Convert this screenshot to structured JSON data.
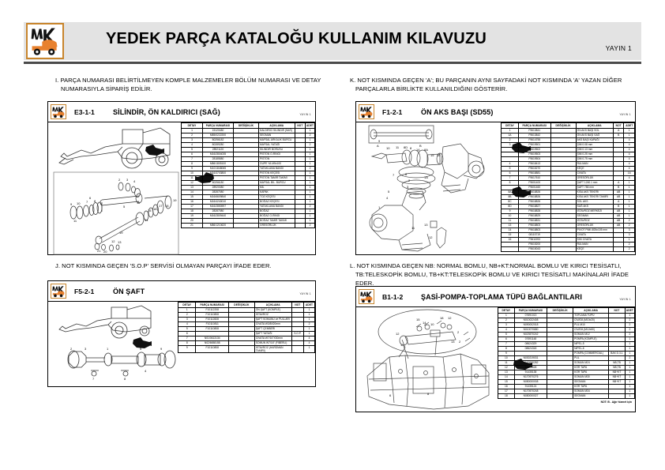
{
  "header": {
    "title": "YEDEK PARÇA KATALOĞU KULLANIM KILAVUZU",
    "edition": "YAYIN 1",
    "logo_alt": "forklift-logo"
  },
  "notes": {
    "i": "I. PARÇA NUMARASI BELİRTİLMEYEN KOMPLE MALZEMELER BÖLÜM NUMARASI VE DETAY NUMARASIYLA SİPARİŞ EDİLİR.",
    "j": "J. NOT KISMINDA GEÇEN 'S.O.P' SERVİSİ OLMAYAN PARÇAYI İFADE EDER.",
    "k": "K. NOT KISMINDA GEÇEN 'A'; BU PARÇANIN AYNI SAYFADAKİ NOT KISMINDA 'A' YAZAN DİĞER PARÇALARLA BİRLİKTE KULLANILDIĞINI GÖSTERİR.",
    "l": "L. NOT KISMINDA GEÇEN NB: NORMAL BOMLU, NB+KT:NORMAL BOMLU VE KIRICI TESİSATLI, TB:TELESKOPİK BOMLU, TB+KT:TELESKOPİK BOMLU VE KIRICI TESİSATLI MAKİNALARI İFADE EDER."
  },
  "table_headers": [
    "DETAY",
    "PARÇA NUMARASI",
    "DEĞİŞİKLİK",
    "AÇIKLAMA",
    "NOT",
    "ADET"
  ],
  "cards": [
    {
      "code": "E3-1-1",
      "name": "SİLİNDİR, ÖN KALDIRICI (SAĞ)",
      "edition": "YAYIN 1",
      "illustration": "front-lift-cylinder-exploded",
      "rows": [
        {
          "detay": "1",
          "parca": "15120480",
          "degisiklik": "",
          "aciklama": "KALDIRICI SİLİNDİR (SAĞ)",
          "not": "",
          "adet": "1"
        },
        {
          "detay": "2",
          "parca": "M85/0222200",
          "degisiklik": "",
          "aciklama": "SEGMAN",
          "not": "",
          "adet": "2"
        },
        {
          "detay": "3",
          "parca": "80256182",
          "degisiklik": "",
          "aciklama": "MAFSAL ARKALIK BURCU",
          "not": "",
          "adet": "1"
        },
        {
          "detay": "4",
          "parca": "80289280",
          "degisiklik": "",
          "aciklama": "MAFSAL YATAĞI",
          "not": "",
          "adet": "2"
        },
        {
          "detay": "5",
          "parca": "28921120",
          "degisiklik": "",
          "aciklama": "SİLİNDİR BORUSU",
          "not": "",
          "adet": "1"
        },
        {
          "detay": "6",
          "parca": "M16/2804035",
          "degisiklik": "",
          "aciklama": "PİSTON O-RİNGİ",
          "not": "",
          "adet": "1"
        },
        {
          "detay": "7",
          "parca": "28185580",
          "degisiklik": "",
          "aciklama": "PİSTON",
          "not": "",
          "adet": "1"
        },
        {
          "detay": "8",
          "parca": "M86/1805100",
          "degisiklik": "",
          "aciklama": "GUPE YA.M5x100",
          "not": "",
          "adet": "1"
        },
        {
          "detay": "9",
          "parca": "M10/1848065",
          "degisiklik": "",
          "aciklama": "YATAKLAMA BANDI",
          "not": "",
          "adet": "2"
        },
        {
          "detay": "10",
          "parca": "M16/3703800",
          "degisiklik": "",
          "aciklama": "PİSTON KEÇESİ",
          "not": "",
          "adet": "1"
        },
        {
          "detay": "11",
          "parca": "",
          "degisiklik": "",
          "aciklama": "PİSTON TAMİR TAKIMI",
          "not": "",
          "adet": "1"
        },
        {
          "detay": "12",
          "parca": "80256180",
          "degisiklik": "",
          "aciklama": "MAFSAL BİL. BURCU",
          "not": "",
          "adet": "1"
        },
        {
          "detay": "13",
          "parca": "28920080",
          "degisiklik": "",
          "aciklama": "MİL",
          "not": "",
          "adet": "1"
        },
        {
          "detay": "14",
          "parca": "28287080",
          "degisiklik": "",
          "aciklama": "KAPAK",
          "not": "",
          "adet": "1"
        },
        {
          "detay": "15",
          "parca": "M16/6609840",
          "degisiklik": "",
          "aciklama": "TOZ KEÇESİ",
          "not": "",
          "adet": "1"
        },
        {
          "detay": "16",
          "parca": "M16/4240010",
          "degisiklik": "",
          "aciklama": "BOĞAZ KEÇESİ",
          "not": "",
          "adet": "1"
        },
        {
          "detay": "17",
          "parca": "M16/2850597",
          "degisiklik": "",
          "aciklama": "YATAKLAMA BANDI",
          "not": "",
          "adet": "2"
        },
        {
          "detay": "18",
          "parca": "28287080",
          "degisiklik": "",
          "aciklama": "BOĞAZ",
          "not": "",
          "adet": "1"
        },
        {
          "detay": "19",
          "parca": "M16/2809440",
          "degisiklik": "",
          "aciklama": "BOĞAZ O-RİNGİ",
          "not": "",
          "adet": "1"
        },
        {
          "detay": "20",
          "parca": "",
          "degisiklik": "",
          "aciklama": "BOĞAZ TAMİR TAKIMI",
          "not": "",
          "adet": "1"
        },
        {
          "detay": "21",
          "parca": "M86/1210620",
          "degisiklik": "",
          "aciklama": "GRESÖRLÜK",
          "not": "",
          "adet": "2"
        }
      ]
    },
    {
      "code": "F1-2-1",
      "name": "ÖN AKS BAŞI (SD55)",
      "edition": "YAYIN 1",
      "illustration": "front-axle-head-exploded",
      "rows": [
        {
          "detay": "1",
          "parca": "F9613841",
          "degisiklik": "",
          "aciklama": "ÖN AKS BAŞI SOL",
          "not": "A",
          "adet": "1"
        },
        {
          "detay": "1A",
          "parca": "F9613842",
          "degisiklik": "",
          "aciklama": "ÖN AKS BAŞI SAĞ",
          "not": "B",
          "adet": "1"
        },
        {
          "detay": "2",
          "parca": "F9614755",
          "degisiklik": "",
          "aciklama": "AKS BAŞI KAPAĞI",
          "not": "",
          "adet": "4"
        },
        {
          "detay": "3",
          "parca": "F9619501",
          "degisiklik": "",
          "aciklama": "ŞİM 0.08 mm",
          "not": "",
          "adet": "4"
        },
        {
          "detay": "",
          "parca": "F9619502",
          "degisiklik": "",
          "aciklama": "ŞİM 0.13 mm",
          "not": "",
          "adet": "4"
        },
        {
          "detay": "",
          "parca": "F9619503",
          "degisiklik": "",
          "aciklama": "ŞİM 0.25 mm",
          "not": "",
          "adet": "4"
        },
        {
          "detay": "",
          "parca": "F9619504",
          "degisiklik": "",
          "aciklama": "ŞİM 0.75 mm",
          "not": "",
          "adet": "4"
        },
        {
          "detay": "4",
          "parca": "F9618413",
          "degisiklik": "",
          "aciklama": "RULMAN",
          "not": "",
          "adet": "4"
        },
        {
          "detay": "5",
          "parca": "F9615270",
          "degisiklik": "",
          "aciklama": "KEÇE",
          "not": "",
          "adet": "4"
        },
        {
          "detay": "6",
          "parca": "F9618881",
          "degisiklik": "",
          "aciklama": "CIVATA",
          "not": "",
          "adet": "16"
        },
        {
          "detay": "7",
          "parca": "F9617610",
          "degisiklik": "",
          "aciklama": "GRESÖRLÜK",
          "not": "",
          "adet": "4"
        },
        {
          "detay": "8",
          "parca": "F9601400",
          "degisiklik": "",
          "aciklama": "ŞAFT 1240.1 mm",
          "not": "A",
          "adet": "1"
        },
        {
          "detay": "",
          "parca": "F9601460",
          "degisiklik": "",
          "aciklama": "ŞAFT 786 mm",
          "not": "B",
          "adet": "1"
        },
        {
          "detay": "8A",
          "parca": "F9618826",
          "degisiklik": "",
          "aciklama": "KISA AKS TEKERİ",
          "not": "AB",
          "adet": "1"
        },
        {
          "detay": "8B",
          "parca": "F9618826",
          "degisiklik": "",
          "aciklama": "KISA AKS TEKERİ TAMİRİ",
          "not": "AB",
          "adet": "1"
        },
        {
          "detay": "8C",
          "parca": "F9618826",
          "degisiklik": "",
          "aciklama": "SOL AKS",
          "not": "A",
          "adet": "1"
        },
        {
          "detay": "8D",
          "parca": "F9618827",
          "degisiklik": "",
          "aciklama": "SAĞ AKS",
          "not": "B",
          "adet": "1"
        },
        {
          "detay": "9",
          "parca": "F9618828",
          "degisiklik": "",
          "aciklama": "İSTAVROZ MERKEZİ",
          "not": "AB",
          "adet": "1"
        },
        {
          "detay": "10",
          "parca": "F9618829",
          "degisiklik": "",
          "aciklama": "SEGMAN",
          "not": "AB",
          "adet": "1"
        },
        {
          "detay": "11",
          "parca": "F9618831",
          "degisiklik": "",
          "aciklama": "İSTAVROZ",
          "not": "AB",
          "adet": "2"
        },
        {
          "detay": "13",
          "parca": "F9618803",
          "degisiklik": "",
          "aciklama": "GRESÖRLÜK",
          "not": "AB",
          "adet": "2"
        },
        {
          "detay": "14",
          "parca": "F9618803",
          "degisiklik": "",
          "aciklama": "PİVOT PİMİ Ø25x105 mm",
          "not": "",
          "adet": "3"
        },
        {
          "detay": "15",
          "parca": "08115719",
          "degisiklik": "",
          "aciklama": "CIVATA",
          "not": "",
          "adet": "3"
        },
        {
          "detay": "16",
          "parca": "F9611993",
          "degisiklik": "",
          "aciklama": "SIKI CIVATA",
          "not": "",
          "adet": "1"
        },
        {
          "detay": "",
          "parca": "F9615200",
          "degisiklik": "",
          "aciklama": "RULMAN",
          "not": "",
          "adet": "2"
        },
        {
          "detay": "",
          "parca": "F9615043",
          "degisiklik": "",
          "aciklama": "KEÇE",
          "not": "",
          "adet": "2"
        }
      ]
    },
    {
      "code": "F5-2-1",
      "name": "ÖN ŞAFT",
      "edition": "YAYIN 1",
      "illustration": "front-shaft-exploded",
      "rows": [
        {
          "detay": "1",
          "parca": "F10112208",
          "degisiklik": "",
          "aciklama": "ÖN ŞAFT (KOMPLE)",
          "not": "",
          "adet": "1"
        },
        {
          "detay": "2",
          "parca": "F10110808",
          "degisiklik": "",
          "aciklama": "İSTAVROZ",
          "not": "",
          "adet": "1"
        },
        {
          "detay": "3",
          "parca": "F10112828",
          "degisiklik": "",
          "aciklama": "ŞAFT SOMUNU ve PULLARI",
          "not": "",
          "adet": "1"
        },
        {
          "detay": "4",
          "parca": "F10110811",
          "degisiklik": "",
          "aciklama": "CIVATA W3/8X20mm",
          "not": "",
          "adet": "2"
        },
        {
          "detay": "5",
          "parca": "F10110808",
          "degisiklik": "",
          "aciklama": "ŞAFT ÇEMBERİ",
          "not": "",
          "adet": "1"
        },
        {
          "detay": "6",
          "parca": "",
          "degisiklik": "",
          "aciklama": "ŞAFT YATAĞI",
          "not": "S.O.P.",
          "adet": "1"
        },
        {
          "detay": "7",
          "parca": "N01/0613134",
          "degisiklik": "",
          "aciklama": "CIVATA W7/16\"X30mm",
          "not": "",
          "adet": "4"
        },
        {
          "detay": "8",
          "parca": "N02/6658158",
          "degisiklik": "",
          "aciklama": "SOMUN W7/16\" (FİBERLİ)",
          "not": "",
          "adet": "4"
        },
        {
          "detay": "9",
          "parca": "F10110808",
          "degisiklik": "",
          "aciklama": "İSTAVROZ (HARDMAN TAMİRİ)",
          "not": "",
          "adet": "1"
        }
      ]
    },
    {
      "code": "B1-1-2",
      "name": "ŞASİ-POMPA-TOPLAMA TÜPÜ BAĞLANTILARI",
      "edition": "YAYIN 1",
      "illustration": "chassis-pump-suction-tube",
      "footnote": "NOT:  B - Ağır hizmet için",
      "rows": [
        {
          "detay": "1",
          "parca": "07691013",
          "degisiklik": "",
          "aciklama": "TOPLAMA TÜPÜ",
          "not": "",
          "adet": "1"
        },
        {
          "detay": "2",
          "parca": "N010022408",
          "degisiklik": "",
          "aciklama": "CIVATA (M10x20)",
          "not": "",
          "adet": "2"
        },
        {
          "detay": "3",
          "parca": "N090002018",
          "degisiklik": "",
          "aciklama": "PUL M10",
          "not": "",
          "adet": "2"
        },
        {
          "detay": "4",
          "parca": "N010070680",
          "degisiklik": "",
          "aciklama": "CIVATA (M12x60)",
          "not": "",
          "adet": "2"
        },
        {
          "detay": "5",
          "parca": "N023570242",
          "degisiklik": "",
          "aciklama": "SOMUN M12",
          "not": "",
          "adet": "2"
        },
        {
          "detay": "6",
          "parca": "07691148",
          "degisiklik": "",
          "aciklama": "POMPA (KOMPLE)",
          "not": "",
          "adet": "1"
        },
        {
          "detay": "7",
          "parca": "08624329",
          "degisiklik": "",
          "aciklama": "NİPEL-5",
          "not": "",
          "adet": "1"
        },
        {
          "detay": "8",
          "parca": "08624318",
          "degisiklik": "",
          "aciklama": "NİPEL-6",
          "not": "",
          "adet": "1"
        },
        {
          "detay": "9",
          "parca": "",
          "degisiklik": "",
          "aciklama": "POMPA (COMMERCİAL)",
          "not": "BAK D.3-1",
          "adet": "1"
        },
        {
          "detay": "10",
          "parca": "N030219031",
          "degisiklik": "",
          "aciklama": "PUL",
          "not": "",
          "adet": "2"
        },
        {
          "detay": "11",
          "parca": "N170970282",
          "degisiklik": "",
          "aciklama": "SOMUN M24",
          "not": "NB,TB",
          "adet": "1"
        },
        {
          "detay": "12",
          "parca": "91435028",
          "degisiklik": "",
          "aciklama": "KÖR TAPA",
          "not": "NB,TB",
          "adet": "1"
        },
        {
          "detay": "13",
          "parca": "91435138",
          "degisiklik": "",
          "aciklama": "KÖR TAPA",
          "not": "NB+KT",
          "adet": "1"
        },
        {
          "detay": "14",
          "parca": "N170970276",
          "degisiklik": "",
          "aciklama": "SOMUN M30",
          "not": "NB+KT",
          "adet": "1"
        },
        {
          "detay": "15",
          "parca": "N080000008",
          "degisiklik": "",
          "aciklama": "SEGMAN",
          "not": "NB+KT",
          "adet": "1"
        },
        {
          "detay": "16",
          "parca": "91435124",
          "degisiklik": "",
          "aciklama": "KÖR TAPA",
          "not": "",
          "adet": "1"
        },
        {
          "detay": "17",
          "parca": "N170570248",
          "degisiklik": "",
          "aciklama": "SOMUN M34",
          "not": "",
          "adet": "1"
        },
        {
          "detay": "18",
          "parca": "N080000027",
          "degisiklik": "",
          "aciklama": "SEGMAN",
          "not": "",
          "adet": "1"
        }
      ]
    }
  ]
}
